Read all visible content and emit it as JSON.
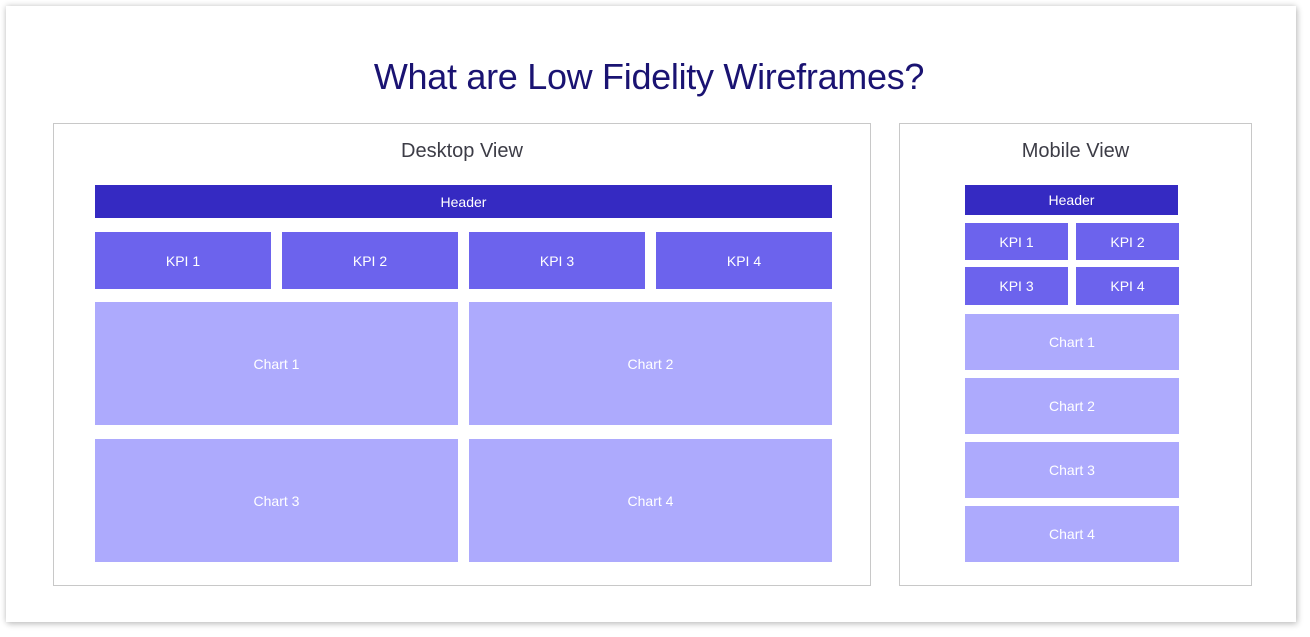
{
  "title": "What are Low Fidelity Wireframes?",
  "colors": {
    "title": "#1a1372",
    "header": "#352ac2",
    "kpi": "#6c63ed",
    "chart": "#adaafd",
    "border": "#c8c8c8"
  },
  "desktop": {
    "label": "Desktop View",
    "header": "Header",
    "kpis": [
      "KPI 1",
      "KPI 2",
      "KPI 3",
      "KPI 4"
    ],
    "charts": [
      "Chart 1",
      "Chart 2",
      "Chart 3",
      "Chart 4"
    ]
  },
  "mobile": {
    "label": "Mobile View",
    "header": "Header",
    "kpis": [
      "KPI 1",
      "KPI 2",
      "KPI 3",
      "KPI 4"
    ],
    "charts": [
      "Chart 1",
      "Chart 2",
      "Chart 3",
      "Chart 4"
    ]
  }
}
